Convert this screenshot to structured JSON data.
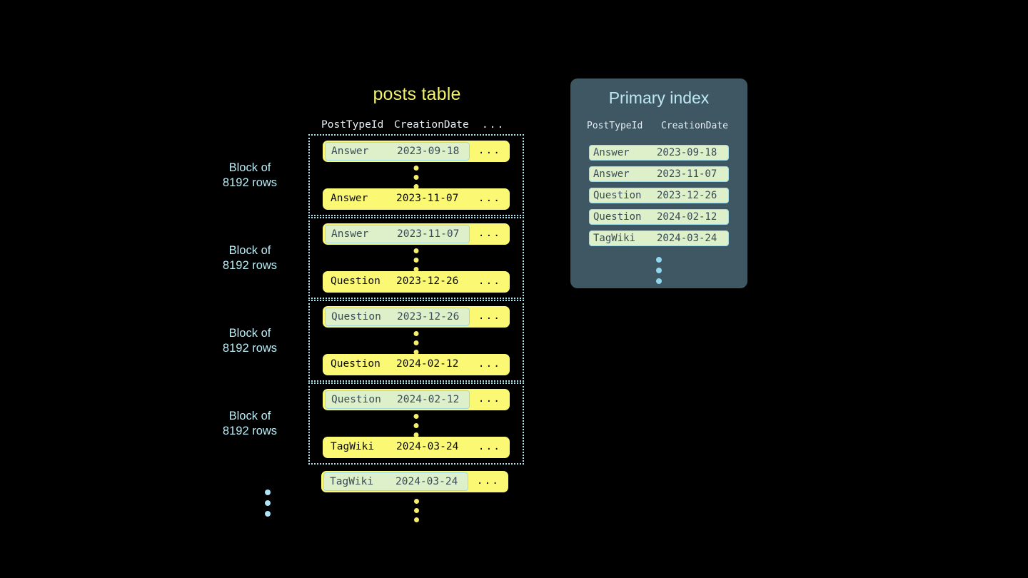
{
  "background_color": "#000000",
  "colors": {
    "row_yellow": "#fbf874",
    "highlight_green": "#ddf0c9",
    "highlight_border": "#9fd9e8",
    "block_border": "#aee4f0",
    "label_blue": "#b9ecf5",
    "title_yellow": "#f2f26a",
    "index_panel": "#3e5763",
    "index_title": "#bfe8f5",
    "index_dot": "#8fd6ee",
    "row_dot": "#f5ef6e"
  },
  "posts_table": {
    "title": "posts table",
    "columns": [
      "PostTypeId",
      "CreationDate",
      "..."
    ],
    "row_ellipsis": "...",
    "blocks": [
      {
        "label": "Block of\n8192 rows",
        "first_row": {
          "post_type_id": "Answer",
          "creation_date": "2023-09-18",
          "rest": "...",
          "highlighted": true
        },
        "last_row": {
          "post_type_id": "Answer",
          "creation_date": "2023-11-07",
          "rest": "...",
          "highlighted": false
        }
      },
      {
        "label": "Block of\n8192 rows",
        "first_row": {
          "post_type_id": "Answer",
          "creation_date": "2023-11-07",
          "rest": "...",
          "highlighted": true
        },
        "last_row": {
          "post_type_id": "Question",
          "creation_date": "2023-12-26",
          "rest": "...",
          "highlighted": false
        }
      },
      {
        "label": "Block of\n8192 rows",
        "first_row": {
          "post_type_id": "Question",
          "creation_date": "2023-12-26",
          "rest": "...",
          "highlighted": true
        },
        "last_row": {
          "post_type_id": "Question",
          "creation_date": "2024-02-12",
          "rest": "...",
          "highlighted": false
        }
      },
      {
        "label": "Block of\n8192 rows",
        "first_row": {
          "post_type_id": "Question",
          "creation_date": "2024-02-12",
          "rest": "...",
          "highlighted": true
        },
        "last_row": {
          "post_type_id": "TagWiki",
          "creation_date": "2024-03-24",
          "rest": "...",
          "highlighted": false
        }
      }
    ],
    "trailing_row": {
      "post_type_id": "TagWiki",
      "creation_date": "2024-03-24",
      "rest": "...",
      "highlighted": true
    }
  },
  "primary_index": {
    "title": "Primary index",
    "columns": [
      "PostTypeId",
      "CreationDate"
    ],
    "rows": [
      {
        "post_type_id": "Answer",
        "creation_date": "2023-09-18"
      },
      {
        "post_type_id": "Answer",
        "creation_date": "2023-11-07"
      },
      {
        "post_type_id": "Question",
        "creation_date": "2023-12-26"
      },
      {
        "post_type_id": "Question",
        "creation_date": "2024-02-12"
      },
      {
        "post_type_id": "TagWiki",
        "creation_date": "2024-03-24"
      }
    ]
  }
}
